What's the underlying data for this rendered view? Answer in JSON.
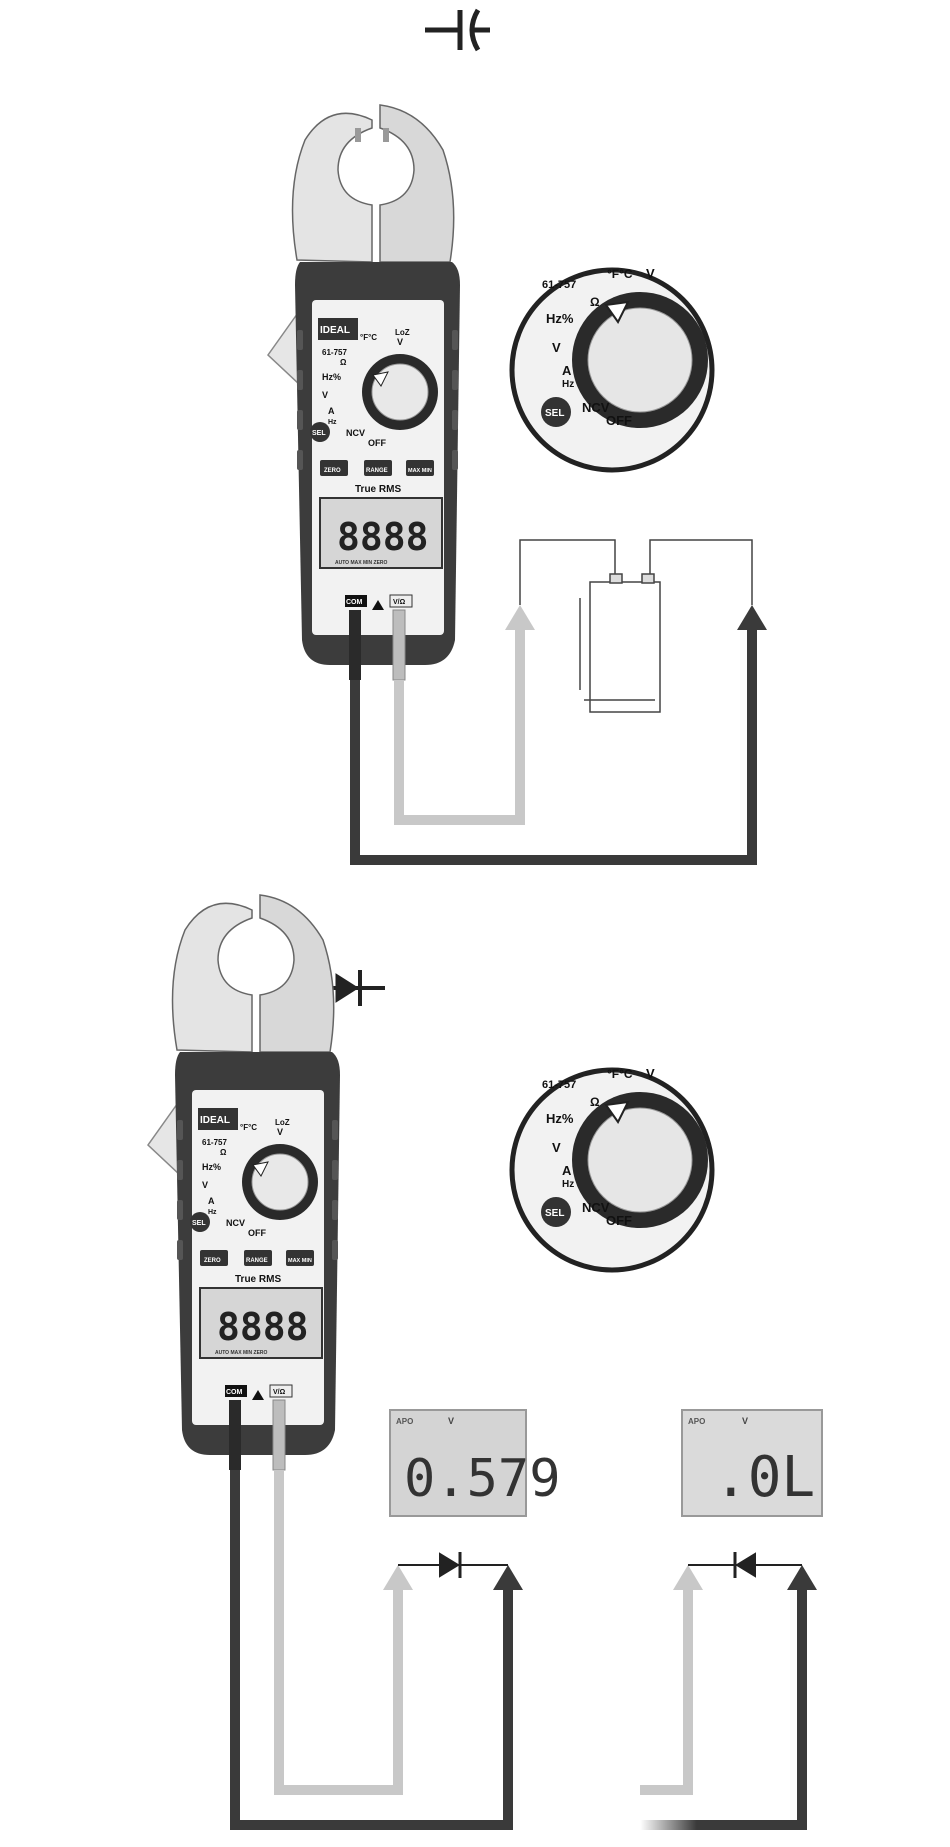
{
  "sections": [
    {
      "id": "capacitance",
      "symbol": "capacitor-symbol",
      "meter": {
        "brand": "IDEAL",
        "model": "61-757",
        "dial_labels": [
          "°F°C",
          "V",
          "LoZ",
          "Ω",
          "Hz%",
          "V",
          "A",
          "Hz",
          "NCV",
          "OFF"
        ],
        "buttons": [
          "ZERO",
          "RANGE",
          "MAX MIN"
        ],
        "sel_label": "SEL",
        "true_rms": "True RMS",
        "lcd_digits": "8888",
        "lcd_footer": "AUTO MAX MIN ZERO",
        "jack_com": "COM",
        "jack_v": "V/Ω"
      },
      "zoom": {
        "labels": [
          "61-757",
          "°F°C",
          "V",
          "Ω",
          "Hz%",
          "V",
          "A",
          "Hz",
          "NCV",
          "OFF"
        ],
        "sel_label": "SEL"
      }
    },
    {
      "id": "diode",
      "symbol": "diode-symbol",
      "meter": {
        "brand": "IDEAL",
        "model": "61-757",
        "dial_labels": [
          "°F°C",
          "V",
          "LoZ",
          "Ω",
          "Hz%",
          "V",
          "A",
          "Hz",
          "NCV",
          "OFF"
        ],
        "buttons": [
          "ZERO",
          "RANGE",
          "MAX MIN"
        ],
        "sel_label": "SEL",
        "true_rms": "True RMS",
        "lcd_digits": "8888",
        "lcd_footer": "AUTO MAX MIN ZERO",
        "jack_com": "COM",
        "jack_v": "V/Ω"
      },
      "zoom": {
        "labels": [
          "61-757",
          "°F°C",
          "V",
          "Ω",
          "Hz%",
          "V",
          "A",
          "Hz",
          "NCV",
          "OFF"
        ],
        "sel_label": "SEL"
      },
      "displays": [
        {
          "apo": "APO",
          "unit": "V",
          "reading": "0.579"
        },
        {
          "apo": "APO",
          "unit": "V",
          "reading": ".0L"
        }
      ]
    }
  ],
  "colors": {
    "lead_black": "#3a3a3a",
    "lead_red": "#c8c8c8",
    "meter_body": "#3c3c3c",
    "jaw": "#e0e0e0",
    "lcd": "#d6d6d6"
  }
}
